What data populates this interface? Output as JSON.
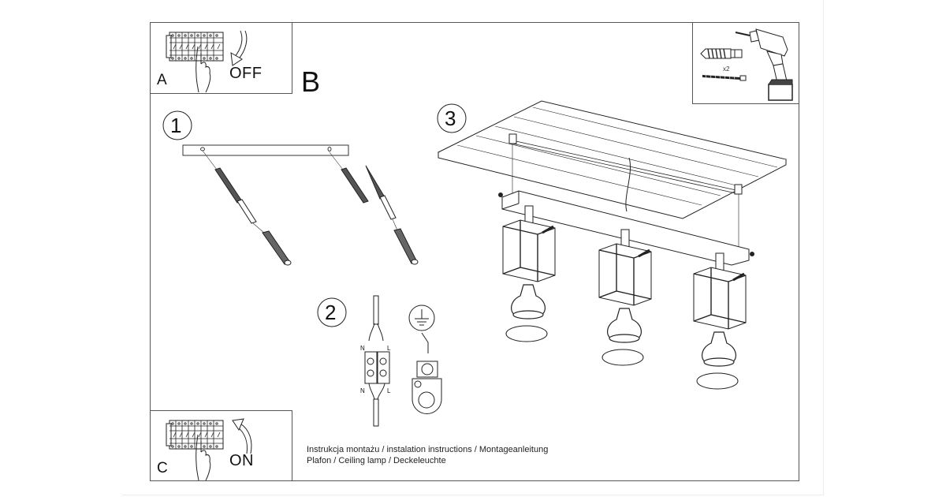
{
  "document": {
    "type": "installation instructions",
    "panels": {
      "a": {
        "letter": "A",
        "state": "OFF",
        "icon": "circuit-breaker-switch-off"
      },
      "b": {
        "letter": "B"
      },
      "c": {
        "letter": "C",
        "state": "ON",
        "icon": "circuit-breaker-switch-on"
      }
    },
    "tools": {
      "icons": [
        "wall-plug-icon",
        "screw-icon",
        "drill-icon"
      ],
      "quantity_label": "x2"
    },
    "steps": [
      {
        "number": "1",
        "description": "mount-bracket-to-ceiling-with-plugs-and-screws"
      },
      {
        "number": "2",
        "description": "wire-connection-and-ground"
      },
      {
        "number": "3",
        "description": "attach-lamp-body-and-insert-bulbs"
      }
    ],
    "wiring": {
      "top_left": "N",
      "top_right": "L",
      "bottom_left": "N",
      "bottom_right": "L"
    },
    "lamp": {
      "spot_count": 3
    },
    "caption": {
      "line1": "Instrukcja montażu / instalation instructions / Montageanleitung",
      "line2": "Plafon / Ceiling lamp / Deckeleuchte"
    }
  }
}
